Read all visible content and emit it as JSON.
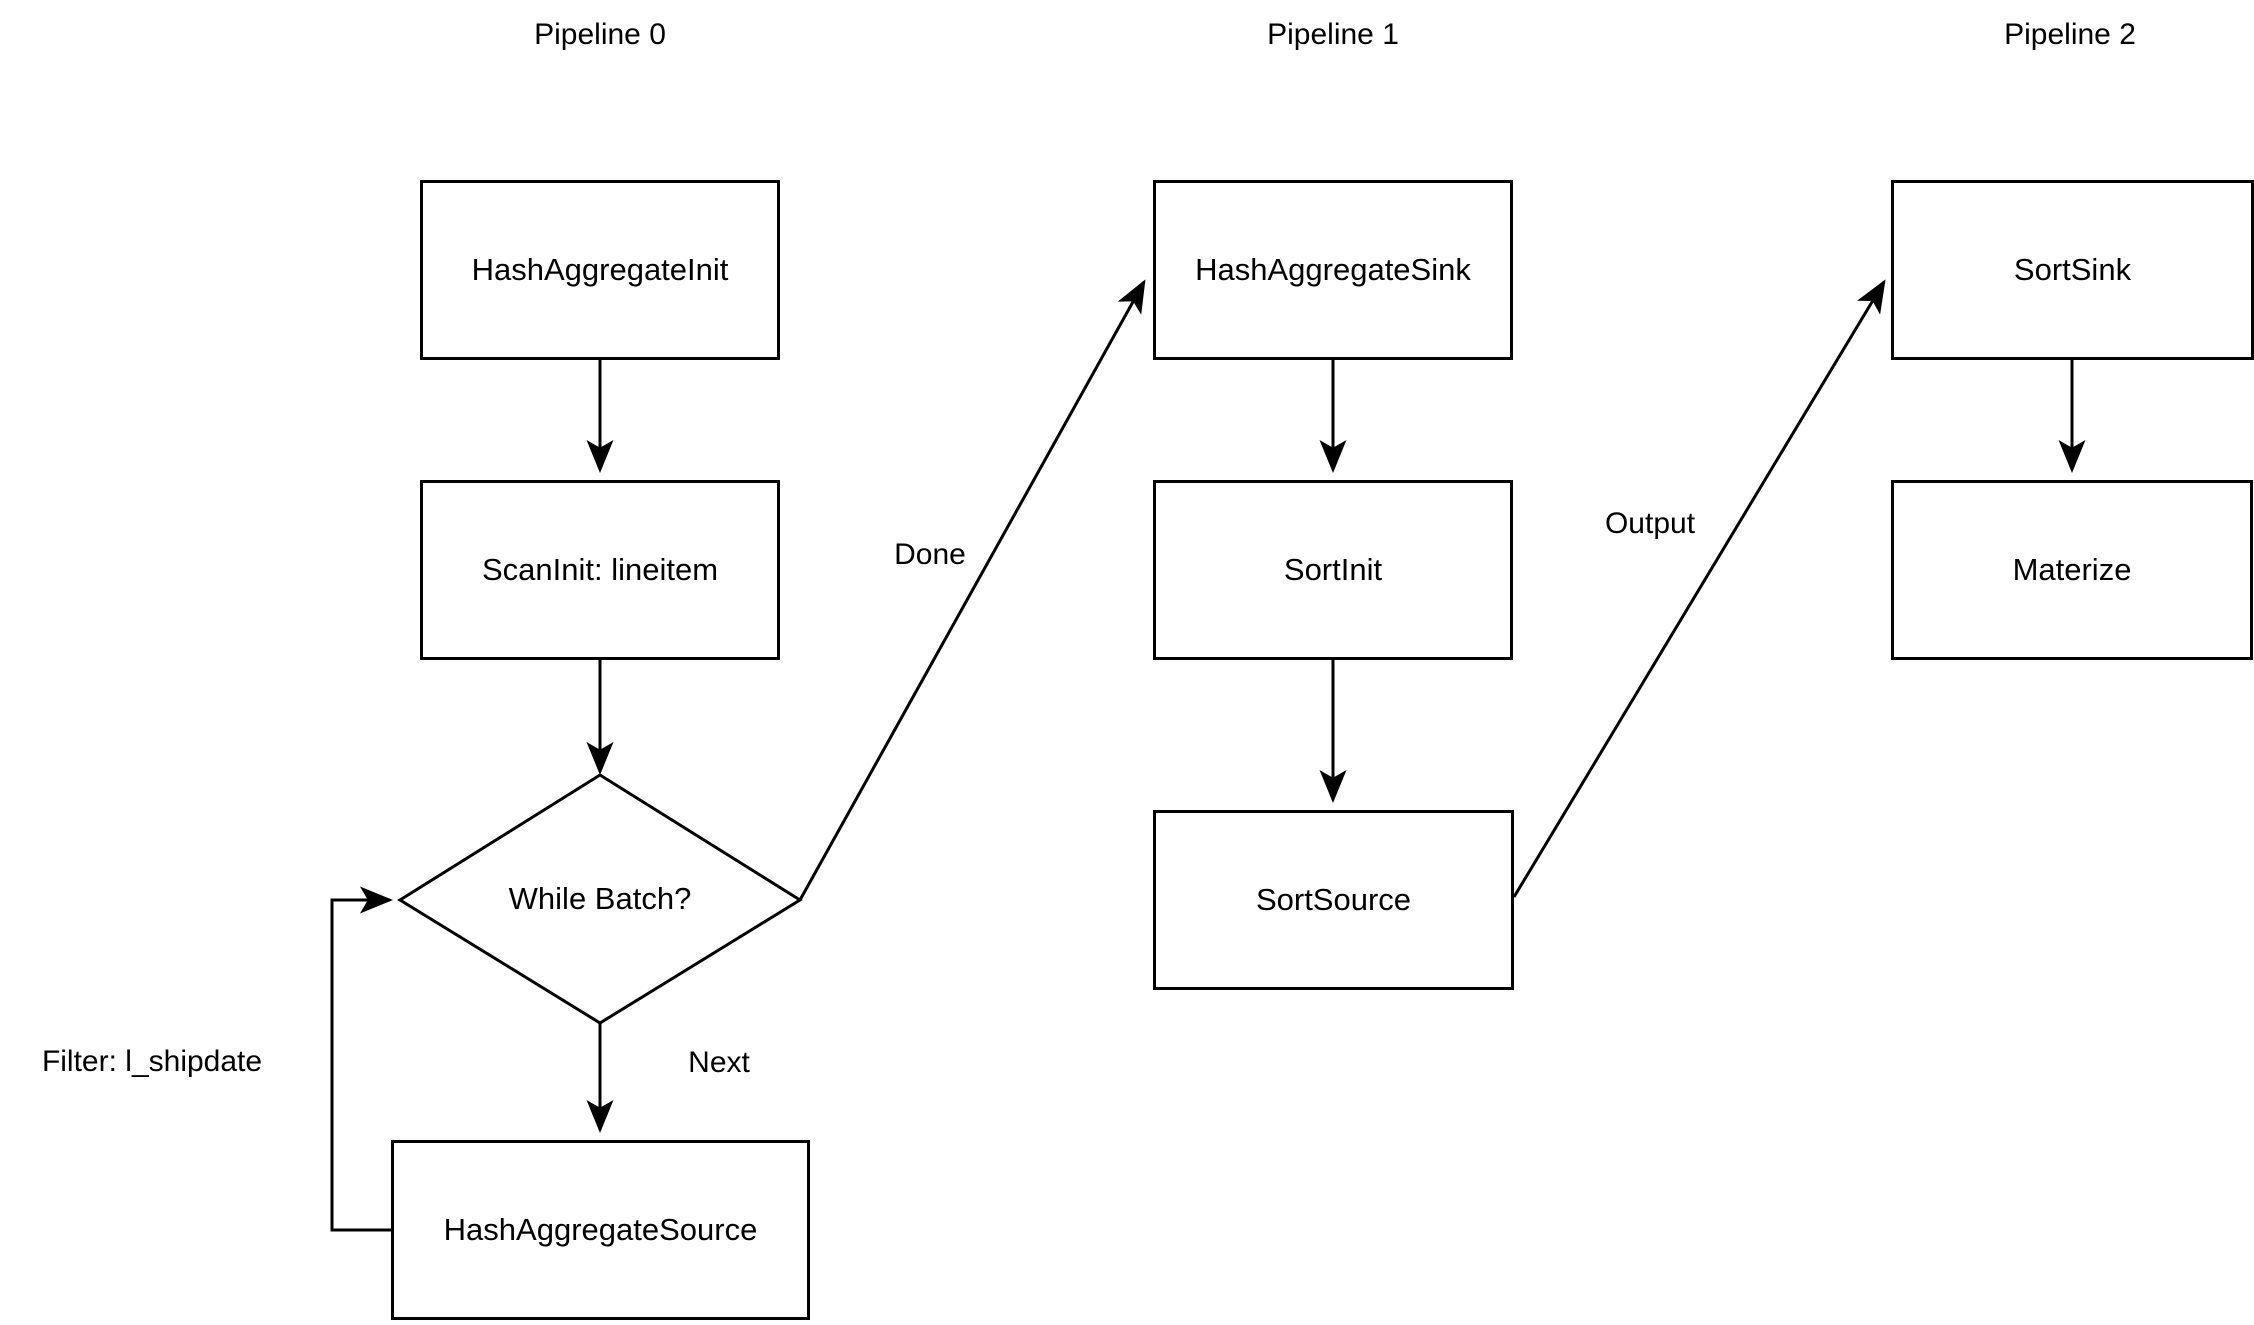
{
  "diagram": {
    "type": "flowchart",
    "background_color": "#ffffff",
    "stroke_color": "#000000",
    "pipelines": [
      {
        "id": "pipeline-0",
        "label": "Pipeline 0"
      },
      {
        "id": "pipeline-1",
        "label": "Pipeline 1"
      },
      {
        "id": "pipeline-2",
        "label": "Pipeline 2"
      }
    ],
    "nodes": [
      {
        "id": "hash-aggregate-init",
        "label": "HashAggregateInit",
        "shape": "rect",
        "pipeline": "pipeline-0"
      },
      {
        "id": "scan-init-lineitem",
        "label": "ScanInit: lineitem",
        "shape": "rect",
        "pipeline": "pipeline-0"
      },
      {
        "id": "while-batch",
        "label": "While Batch?",
        "shape": "diamond",
        "pipeline": "pipeline-0"
      },
      {
        "id": "hash-aggregate-source",
        "label": "HashAggregateSource",
        "shape": "rect",
        "pipeline": "pipeline-0"
      },
      {
        "id": "hash-aggregate-sink",
        "label": "HashAggregateSink",
        "shape": "rect",
        "pipeline": "pipeline-1"
      },
      {
        "id": "sort-init",
        "label": "SortInit",
        "shape": "rect",
        "pipeline": "pipeline-1"
      },
      {
        "id": "sort-source",
        "label": "SortSource",
        "shape": "rect",
        "pipeline": "pipeline-1"
      },
      {
        "id": "sort-sink",
        "label": "SortSink",
        "shape": "rect",
        "pipeline": "pipeline-2"
      },
      {
        "id": "materize",
        "label": "Materize",
        "shape": "rect",
        "pipeline": "pipeline-2"
      }
    ],
    "edges": [
      {
        "id": "edge-init-to-scan",
        "from": "hash-aggregate-init",
        "to": "scan-init-lineitem",
        "label": ""
      },
      {
        "id": "edge-scan-to-while",
        "from": "scan-init-lineitem",
        "to": "while-batch",
        "label": ""
      },
      {
        "id": "edge-while-to-source",
        "from": "while-batch",
        "to": "hash-aggregate-source",
        "label": "Next"
      },
      {
        "id": "edge-source-to-while",
        "from": "hash-aggregate-source",
        "to": "while-batch",
        "label": "Filter: l_shipdate"
      },
      {
        "id": "edge-while-to-hashsink",
        "from": "while-batch",
        "to": "hash-aggregate-sink",
        "label": "Done"
      },
      {
        "id": "edge-hashsink-to-sortinit",
        "from": "hash-aggregate-sink",
        "to": "sort-init",
        "label": ""
      },
      {
        "id": "edge-sortinit-to-sortsource",
        "from": "sort-init",
        "to": "sort-source",
        "label": ""
      },
      {
        "id": "edge-sortsource-to-sortsink",
        "from": "sort-source",
        "to": "sort-sink",
        "label": "Output"
      },
      {
        "id": "edge-sortsink-to-materize",
        "from": "sort-sink",
        "to": "materize",
        "label": ""
      }
    ],
    "edge_labels": {
      "done": "Done",
      "output": "Output",
      "next": "Next",
      "filter": "Filter: l_shipdate"
    }
  }
}
